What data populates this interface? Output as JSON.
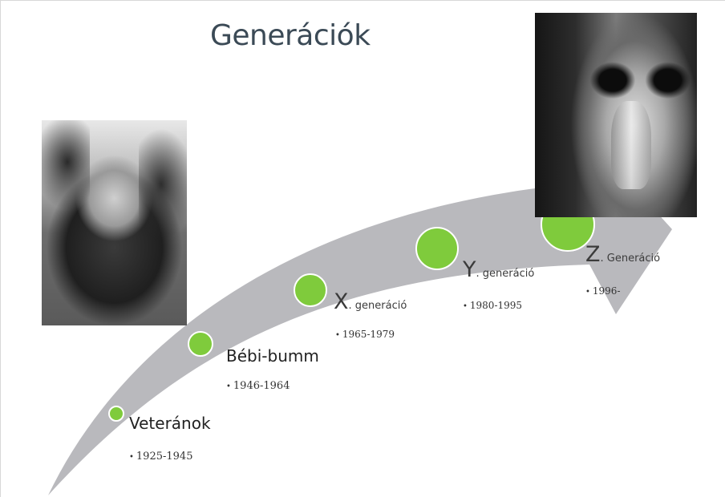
{
  "title": "Generációk",
  "colors": {
    "arrow": "#b9b9bd",
    "dot_fill": "#7fcb3c",
    "dot_ring": "#ffffff"
  },
  "stages": [
    {
      "name": "Veteránok",
      "years": "1925-1945"
    },
    {
      "name": "Bébi-bumm",
      "years": "1946-1964"
    },
    {
      "name_letter": "X",
      "name_rest": ". generáció",
      "years": "1965-1979"
    },
    {
      "name_letter": "Y",
      "name_rest": ". generáció",
      "years": "1980-1995"
    },
    {
      "name_letter": "Z",
      "name_rest": ". Generáció",
      "years": "1996-"
    }
  ],
  "images": [
    "bearded-elder-photo",
    "chrome-robot-face-photo"
  ]
}
